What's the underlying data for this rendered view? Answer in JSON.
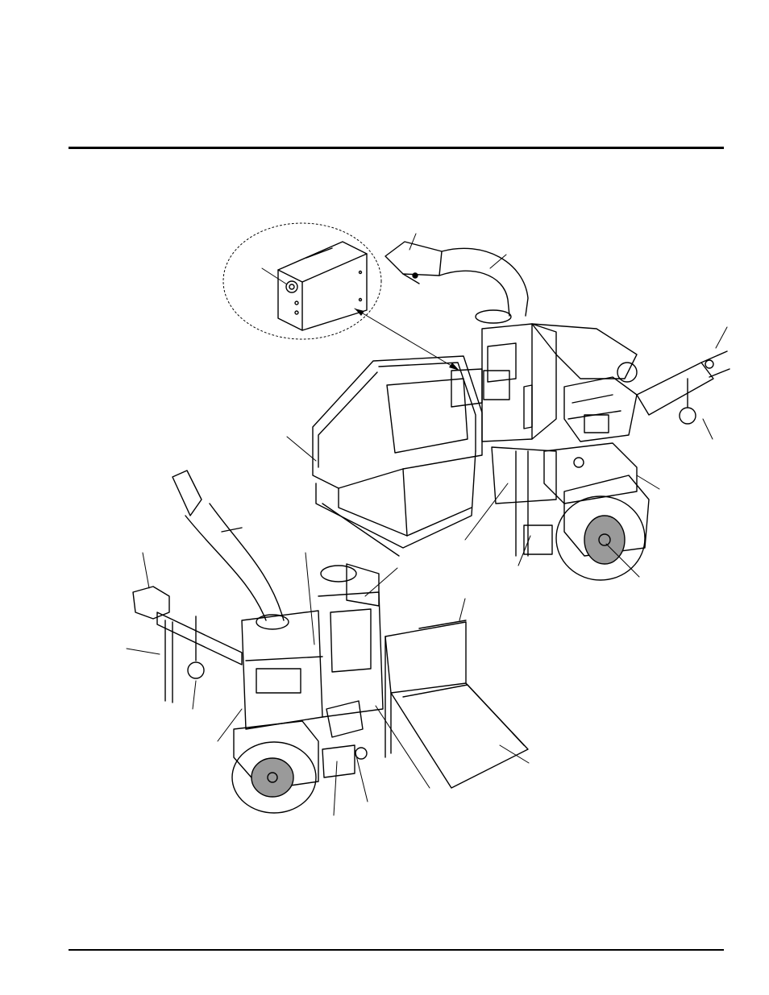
{
  "page": {
    "colors": {
      "ink": "#000000",
      "paper": "#ffffff",
      "wheel_gray": "#9a9a9a"
    },
    "figure": {
      "subject": "wood-chipper-exploded-view",
      "views": [
        "upper-rear-view",
        "lower-front-view",
        "inset-detail-box"
      ],
      "callout_leaders_upper": 12,
      "callout_leaders_lower": 11
    }
  }
}
